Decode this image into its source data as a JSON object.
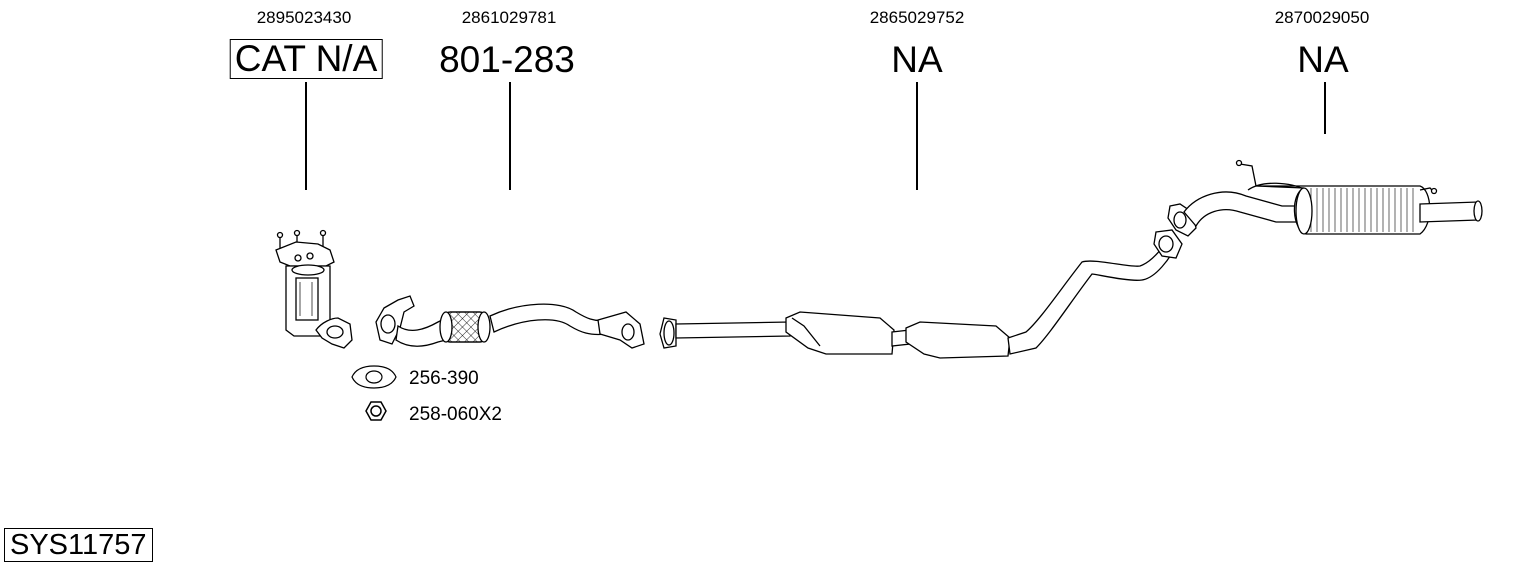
{
  "system_code": "SYS11757",
  "parts": [
    {
      "part_number": "2895023430",
      "label": "CAT N/A",
      "boxed": true
    },
    {
      "part_number": "2861029781",
      "label": "801-283",
      "boxed": false
    },
    {
      "part_number": "2865029752",
      "label": "NA",
      "boxed": false
    },
    {
      "part_number": "2870029050",
      "label": "NA",
      "boxed": false
    }
  ],
  "accessories": [
    {
      "label": "256-390",
      "icon": "gasket-icon"
    },
    {
      "label": "258-060X2",
      "icon": "nut-icon"
    }
  ]
}
